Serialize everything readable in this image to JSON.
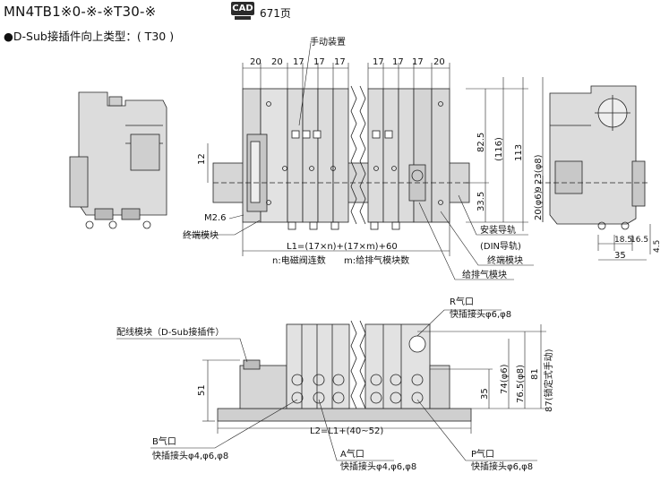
{
  "header": {
    "model": "MN4TB1※0-※-※T30-※",
    "cad_icon_label": "CAD",
    "cad_page": "671页",
    "subtitle": "●D-Sub接插件向上类型：( T30 )"
  },
  "labels": {
    "manual_device": "手动装置",
    "terminal_block": "终端模块",
    "m26": "M2.6",
    "l1_formula": "L1=(17×n)+(17×m)+60",
    "n_desc": "n:电磁阀连数",
    "m_desc": "m:给排气模块数",
    "mount_rail": "安装导轨",
    "din_rail": "(DIN导轨)",
    "terminal_block2": "终端模块",
    "supply_exhaust_block": "给排气模块",
    "wiring_block": "配线模块（D-Sub接插件）",
    "r_port": "R气口",
    "r_port_fitting": "快插接头φ6,φ8",
    "b_port": "B气口",
    "b_port_fitting": "快插接头φ4,φ6,φ8",
    "a_port": "A气口",
    "a_port_fitting": "快插接头φ4,φ6,φ8",
    "p_port": "P气口",
    "p_port_fitting": "快插接头φ6,φ8",
    "l2_formula": "L2=L1+(40~52)"
  },
  "dims": {
    "top": [
      "20",
      "20",
      "17",
      "17",
      "17",
      "17",
      "17",
      "17",
      "20"
    ],
    "d12": "12",
    "d825": "82.5",
    "d116": "(116)",
    "d113": "113",
    "d335": "33.5",
    "d20": "20(φ6)",
    "d23": "23(φ8)",
    "d9": "9",
    "d185": "18.5",
    "d165": "16.5",
    "d45": "4.5",
    "d35": "35",
    "d51": "51",
    "d35b": "35",
    "d74": "74(φ6)",
    "d765": "76.5(φ8)",
    "d81": "81",
    "d87": "87(锁定式手动)"
  }
}
